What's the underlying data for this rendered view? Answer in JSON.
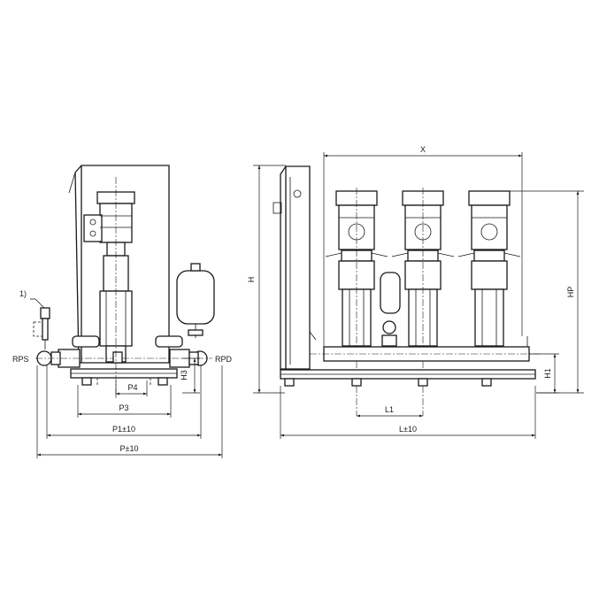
{
  "labels": {
    "note_1": "1)",
    "rps": "RPS",
    "rpd": "RPD",
    "p4": "P4",
    "h3": "H3",
    "p3": "P3",
    "p1": "P1±10",
    "p": "P±10",
    "x": "X",
    "h": "H",
    "hp": "HP",
    "h1": "H1",
    "l1": "L1",
    "l": "L±10"
  },
  "colors": {
    "line": "#1a1a1a",
    "background": "#ffffff"
  }
}
